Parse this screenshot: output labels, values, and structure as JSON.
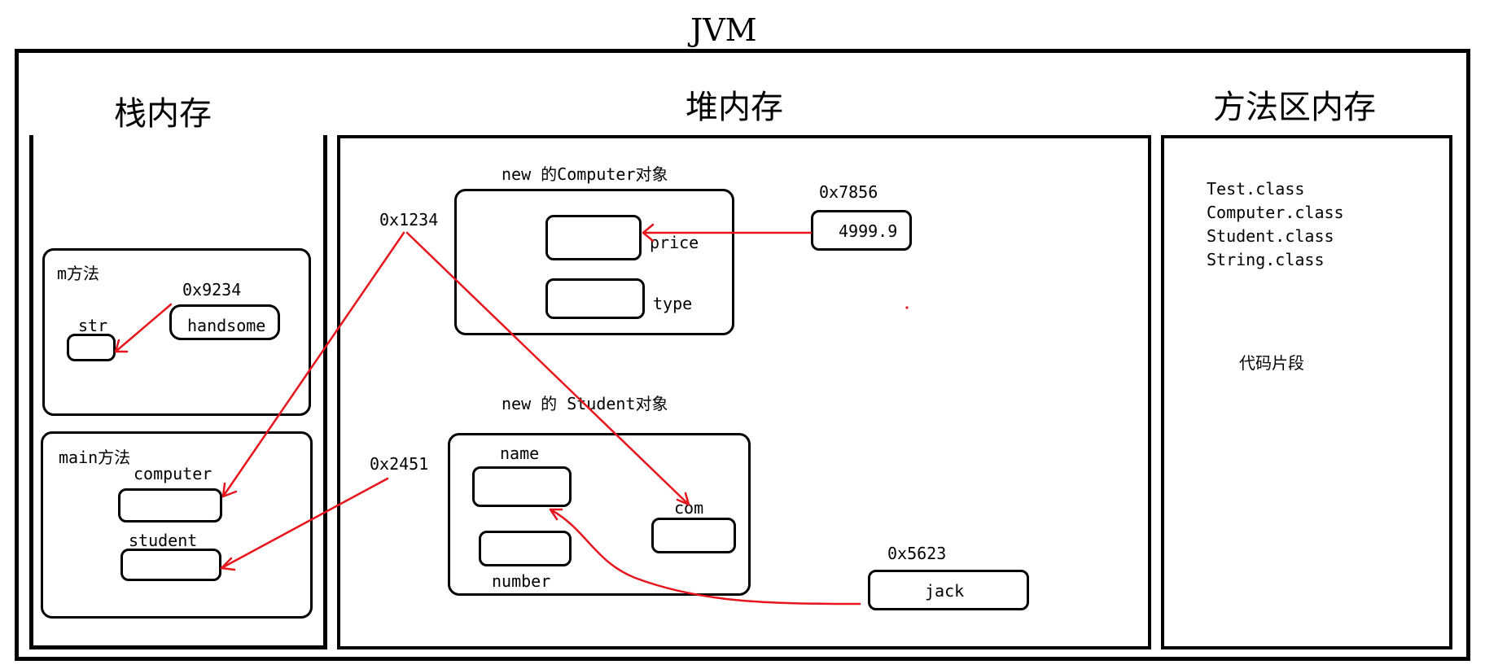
{
  "title": "JVM",
  "stack": {
    "label": "栈内存",
    "m_method": {
      "label": "m方法",
      "str_label": "str",
      "address": "0x9234",
      "value": "handsome"
    },
    "main_method": {
      "label": "main方法",
      "computer_label": "computer",
      "student_label": "student"
    }
  },
  "heap": {
    "label": "堆内存",
    "computer_obj": {
      "caption": "new 的Computer对象",
      "address": "0x1234",
      "price_label": "price",
      "type_label": "type"
    },
    "price_value": {
      "address": "0x7856",
      "value": "4999.9"
    },
    "student_obj": {
      "caption": "new 的 Student对象",
      "address": "0x2451",
      "name_label": "name",
      "number_label": "number",
      "com_label": "com"
    },
    "name_value": {
      "address": "0x5623",
      "value": "jack"
    }
  },
  "method_area": {
    "label": "方法区内存",
    "classes": [
      "Test.class",
      "Computer.class",
      "Student.class",
      "String.class"
    ],
    "code_label": "代码片段"
  },
  "colors": {
    "line": "#000000",
    "arrow": "#e8141c"
  }
}
